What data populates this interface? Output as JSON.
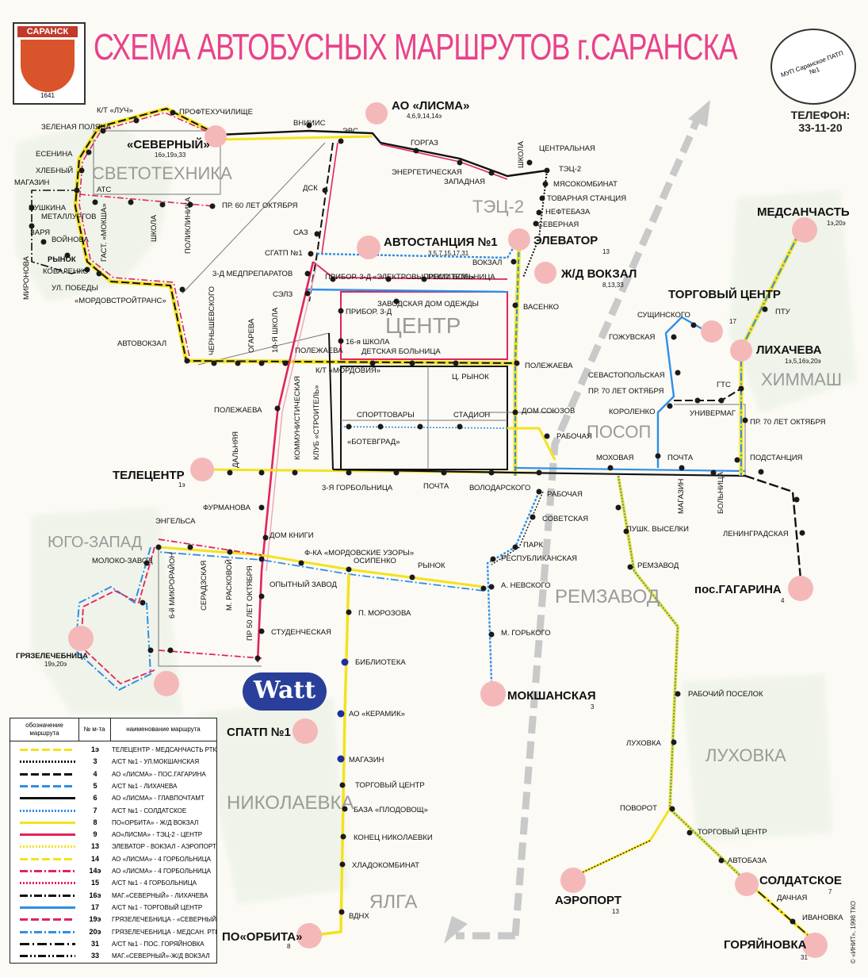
{
  "title": "СХЕМА АВТОБУСНЫХ МАРШРУТОВ г.САРАНСКА",
  "coat_of_arms": {
    "city": "САРАНСК",
    "year": "1641"
  },
  "phone": {
    "label": "ТЕЛЕФОН:",
    "number": "33-11-20"
  },
  "seal_text": "МУП Саранское ПАТП №1",
  "watt_logo": "Watt",
  "copyright": "© «ИНИТ», 1998 ТКО",
  "colors": {
    "yellow": "#f4e21d",
    "black": "#111111",
    "blue": "#2f8fe6",
    "red": "#e2245a",
    "pink": "#f0a9b8",
    "district": "#9a9a9a",
    "title": "#e8428a"
  },
  "districts": [
    {
      "id": "svetotehnika",
      "name": "СВЕТОТЕХНИКА"
    },
    {
      "id": "tec2",
      "name": "ТЭЦ-2"
    },
    {
      "id": "center",
      "name": "ЦЕНТР"
    },
    {
      "id": "himmash",
      "name": "ХИММАШ"
    },
    {
      "id": "posop",
      "name": "ПОСОП"
    },
    {
      "id": "yugozapad",
      "name": "ЮГО-ЗАПАД"
    },
    {
      "id": "remzavod",
      "name": "РЕМЗАВОД"
    },
    {
      "id": "luhovka",
      "name": "ЛУХОВКА"
    },
    {
      "id": "nikolaevka",
      "name": "НИКОЛАЕВКА"
    },
    {
      "id": "yalga",
      "name": "ЯЛГА"
    }
  ],
  "terminals": [
    {
      "id": "severny",
      "name": "«СЕВЕРНЫЙ»",
      "routes": "16э,19э,33"
    },
    {
      "id": "lisma",
      "name": "АО «ЛИСМА»",
      "routes": "4,6,9,14,14э"
    },
    {
      "id": "avtostanciya",
      "name": "АВТОСТАНЦИЯ №1",
      "routes": "3,5,7,15,17,31"
    },
    {
      "id": "elevator",
      "name": "ЭЛЕВАТОР",
      "routes": "13"
    },
    {
      "id": "zdvokzal",
      "name": "Ж/Д ВОКЗАЛ",
      "routes": "8,13,33"
    },
    {
      "id": "medsanchast",
      "name": "МЕДСАНЧАСТЬ",
      "routes": "1э,20э"
    },
    {
      "id": "torgcentr",
      "name": "ТОРГОВЫЙ ЦЕНТР",
      "routes": "17"
    },
    {
      "id": "lihacheva",
      "name": "ЛИХАЧЕВА",
      "routes": "1э,5,16э,20э"
    },
    {
      "id": "telecentr",
      "name": "ТЕЛЕЦЕНТР",
      "routes": "1э"
    },
    {
      "id": "gryazelechebnica",
      "name": "ГРЯЗЕЛЕЧЕБНИЦА",
      "routes": "19э,20э"
    },
    {
      "id": "mokshanskaya",
      "name": "МОКШАНСКАЯ",
      "routes": "3"
    },
    {
      "id": "gagarina",
      "name": "пос.ГАГАРИНА",
      "routes": "4"
    },
    {
      "id": "spatp",
      "name": "СПАТП №1",
      "routes": ""
    },
    {
      "id": "aeroport",
      "name": "АЭРОПОРТ",
      "routes": "13"
    },
    {
      "id": "soldatskoe",
      "name": "СОЛДАТСКОЕ",
      "routes": "7"
    },
    {
      "id": "goryainovka",
      "name": "ГОРЯЙНОВКА",
      "routes": "31"
    },
    {
      "id": "orbita",
      "name": "ПО«ОРБИТА»",
      "routes": "8"
    }
  ],
  "stops": {
    "k_luch": "К/Т «ЛУЧ»",
    "proftech": "ПРОФТЕХУЧИЛИЩЕ",
    "zelpolyana": "ЗЕЛЕНАЯ ПОЛЯНА",
    "esenina": "ЕСЕНИНА",
    "hlebny": "ХЛЕБНЫЙ",
    "magazin": "МАГАЗИН",
    "ats": "АТС",
    "pushkina": "ПУШКИНА",
    "metallurgov": "МЕТАЛЛУРГОВ",
    "zarya": "ЗАРЯ",
    "voinova": "ВОЙНОВА",
    "rynok1": "РЫНОК",
    "mironova": "МИРОНОВА",
    "kovalenko": "КОВАЛЕНКО",
    "ulpobedy": "УЛ. ПОБЕДЫ",
    "mordovstroi": "«МОРДОВСТРОЙТРАНС»",
    "avtovokzal": "АВТОВОКЗАЛ",
    "gastmoksha": "ГАСТ. «МОКША»",
    "shkola1": "ШКОЛА",
    "poliklinika": "ПОЛИКЛИНИКА",
    "pr60": "ПР. 60 ЛЕТ ОКТЯБРЯ",
    "vniiis": "ВНИИИС",
    "evs": "ЭВС",
    "gorgaz": "ГОРГАЗ",
    "energet": "ЭНЕРГЕТИЧЕСКАЯ",
    "zapadnaya": "ЗАПАДНАЯ",
    "shkola2": "ШКОЛА",
    "centralnaya": "ЦЕНТРАЛЬНАЯ",
    "tec2": "ТЭЦ-2",
    "myasokomb": "МЯСОКОМБИНАТ",
    "tovarnaya": "ТОВАРНАЯ СТАНЦИЯ",
    "neftebaza": "НЕФТЕБАЗА",
    "severnaya": "СЕВЕРНАЯ",
    "dsk": "ДСК",
    "saz": "САЗ",
    "sgatp": "СГАТП №1",
    "medpreparatov": "3-Д МЕДПРЕПАРАТОВ",
    "selz": "СЭЛЗ",
    "chernyshevskogo": "ЧЕРНЫШЕВСКОГО",
    "ogareva": "ОГАРЕВА",
    "shkola10": "10-Я ШКОЛА",
    "polezhaeva1": "ПОЛЕЖАЕВА",
    "pribor1": "ПРИБОР. 3-Д",
    "elektrovypr": "«ЭЛЕКТРОВЫПРЯМИТЕЛЬ»",
    "respbolnica": "РЕСП. БОЛЬНИЦА",
    "vokzal": "ВОКЗАЛ",
    "zavodskaya": "ЗАВОДСКАЯ",
    "domodezhdy": "ДОМ ОДЕЖДЫ",
    "pribor2": "ПРИБОР. 3-Д",
    "shkola16": "16-я ШКОЛА",
    "detbolnica": "ДЕТСКАЯ БОЛЬНИЦА",
    "vasenko": "ВАСЕНКО",
    "polezhaeva2": "ПОЛЕЖАЕВА",
    "crynok": "Ц. РЫНОК",
    "sporttovary": "СПОРТТОВАРЫ",
    "stadion": "СТАДИОН",
    "domsoyuzov": "ДОМ СОЮЗОВ",
    "rabochaya1": "РАБОЧАЯ",
    "kt_mordoviya": "К/Т «МОРДОВИЯ»",
    "polezhaeva3": "ПОЛЕЖАЕВА",
    "dalnyaya": "ДАЛЬНЯЯ",
    "kommunist": "КОММУНИСТИЧЕСКАЯ",
    "klubstroitel": "КЛУБ «СТРОИТЕЛЬ»",
    "botevgrad": "«БОТЕВГРАД»",
    "gorbolnica3": "3-Я ГОРБОЛЬНИЦА",
    "pochta1": "ПОЧТА",
    "volodarskogo": "ВОЛОДАРСКОГО",
    "rabochaya2": "РАБОЧАЯ",
    "furmanova": "ФУРМАНОВА",
    "domknigi": "ДОМ КНИГИ",
    "fkauzory": "Ф-КА «МОРДОВСКИЕ УЗОРЫ»",
    "osipenko": "ОСИПЕНКО",
    "rynok2": "РЫНОК",
    "opytny": "ОПЫТНЫЙ ЗАВОД",
    "studencheskaya": "СТУДЕНЧЕСКАЯ",
    "engelsa": "ЭНГЕЛЬСА",
    "molokozavod": "МОЛОКО-ЗАВОД",
    "mikr6": "6-й МИКРОРАЙОН",
    "seradzskaya": "СЕРАДЗСКАЯ",
    "raskovoy": "М. РАСКОВОЙ",
    "pr50": "ПР 50 ЛЕТ ОКТЯБРЯ",
    "sovetskaya": "СОВЕТСКАЯ",
    "park": "ПАРК",
    "respublikanskaya": "РЕСПУБЛИКАНСКАЯ",
    "nevskogo": "А. НЕВСКОГО",
    "gorkogo": "М. ГОРЬКОГО",
    "sushchinskogo": "СУЩИНСКОГО",
    "gozhuvskaya": "ГОЖУВСКАЯ",
    "ptu": "ПТУ",
    "sevastopolskaya": "СЕВАСТОПОЛЬСКАЯ",
    "pr70a": "ПР. 70 ЛЕТ ОКТЯБРЯ",
    "gts": "ГТС",
    "korolenko": "КОРОЛЕНКО",
    "univermag": "УНИВЕРМАГ",
    "pr70b": "ПР. 70 ЛЕТ ОКТЯБРЯ",
    "mohovaya": "МОХОВАЯ",
    "pochta2": "ПОЧТА",
    "podstanciya": "ПОДСТАНЦИЯ",
    "magazin2": "МАГАЗИН",
    "bolnica": "БОЛЬНИЦА",
    "pushvyselki": "ПУШК. ВЫСЕЛКИ",
    "leningradskaya": "ЛЕНИНГРАДСКАЯ",
    "remzavod": "РЕМЗАВОД",
    "pmorozova": "П. МОРОЗОВА",
    "biblioteka": "БИБЛИОТЕКА",
    "keramik": "АО «КЕРАМИК»",
    "magazin3": "МАГАЗИН",
    "torgcentr2": "ТОРГОВЫЙ ЦЕНТР",
    "plodovosch": "БАЗА «ПЛОДОВОЩ»",
    "konecnik": "КОНЕЦ НИКОЛАЕВКИ",
    "hladokomb": "ХЛАДОКОМБИНАТ",
    "vdnh": "ВДНХ",
    "rabposelok": "РАБОЧИЙ ПОСЕЛОК",
    "luhovka": "ЛУХОВКА",
    "povorot": "ПОВОРОТ",
    "torgcentr3": "ТОРГОВЫЙ ЦЕНТР",
    "avtobaza": "АВТОБАЗА",
    "dachnaya": "ДАЧНАЯ",
    "ivanovka": "ИВАНОВКА"
  },
  "legend": {
    "header": {
      "col1": "обозначение маршрута",
      "col2": "№ м-та",
      "col3": "наименование маршрута"
    },
    "rows": [
      {
        "num": "1э",
        "name": "ТЕЛЕЦЕНТР - МЕДСАНЧАСТЬ РТК",
        "color": "#f4e21d",
        "dash": "10 4"
      },
      {
        "num": "3",
        "name": "А/СТ №1 - УЛ.МОКШАНСКАЯ",
        "color": "#111111",
        "dash": "2 2"
      },
      {
        "num": "4",
        "name": "АО «ЛИСМА» - ПОС.ГАГАРИНА",
        "color": "#111111",
        "dash": "10 4"
      },
      {
        "num": "5",
        "name": "А/СТ №1 - ЛИХАЧЕВА",
        "color": "#2f8fe6",
        "dash": "10 4"
      },
      {
        "num": "6",
        "name": "АО «ЛИСМА» - ГЛАВПОЧТАМТ",
        "color": "#111111",
        "dash": ""
      },
      {
        "num": "7",
        "name": "А/СТ №1 - СОЛДАТСКОЕ",
        "color": "#2f8fe6",
        "dash": "2 2"
      },
      {
        "num": "8",
        "name": "ПО«ОРБИТА» - Ж/Д ВОКЗАЛ",
        "color": "#f4e21d",
        "dash": ""
      },
      {
        "num": "9",
        "name": "АО«ЛИСМА» - ТЭЦ-2 - ЦЕНТР",
        "color": "#e2245a",
        "dash": ""
      },
      {
        "num": "13",
        "name": "ЭЛЕВАТОР - ВОКЗАЛ - АЭРОПОРТ",
        "color": "#f4e21d",
        "dash": "2 2"
      },
      {
        "num": "14",
        "name": "АО «ЛИСМА» - 4 ГОРБОЛЬНИЦА",
        "color": "#f4e21d",
        "dash": "10 4"
      },
      {
        "num": "14э",
        "name": "АО «ЛИСМА» - 4 ГОРБОЛЬНИЦА",
        "color": "#e2245a",
        "dash": "10 3 2 3"
      },
      {
        "num": "15",
        "name": "А/СТ №1 - 4 ГОРБОЛЬНИЦА",
        "color": "#e2245a",
        "dash": "2 2"
      },
      {
        "num": "16э",
        "name": "МАГ.«СЕВЕРНЫЙ» - ЛИХАЧЕВА",
        "color": "#111111",
        "dash": "10 3 2 3"
      },
      {
        "num": "17",
        "name": "А/СТ №1 - ТОРГОВЫЙ ЦЕНТР",
        "color": "#2f8fe6",
        "dash": ""
      },
      {
        "num": "19э",
        "name": "ГРЯЗЕЛЕЧЕБНИЦА - «СЕВЕРНЫЙ»",
        "color": "#e2245a",
        "dash": "10 4"
      },
      {
        "num": "20э",
        "name": "ГРЯЗЕЛЕЧЕБНИЦА - МЕДСАН. РТК",
        "color": "#2f8fe6",
        "dash": "10 3 2 3"
      },
      {
        "num": "31",
        "name": "А/СТ №1 - ПОС. ГОРЯЙНОВКА",
        "color": "#111111",
        "dash": "12 4 2 4"
      },
      {
        "num": "33",
        "name": "МАГ.«СЕВЕРНЫЙ»-Ж/Д ВОКЗАЛ",
        "color": "#111111",
        "dash": "10 3 2 3 2 3"
      }
    ]
  }
}
